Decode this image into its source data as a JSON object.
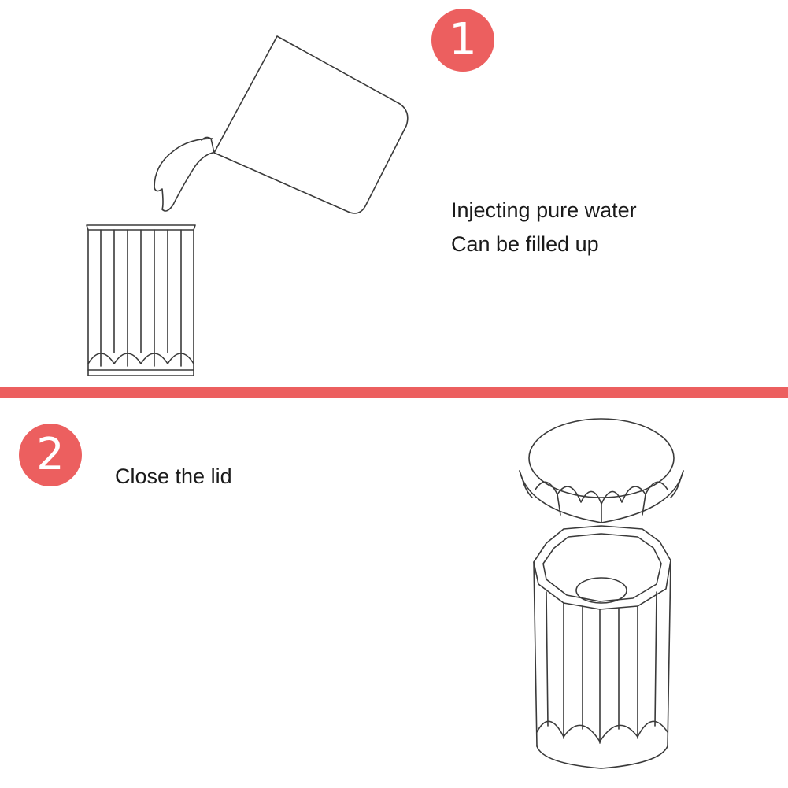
{
  "colors": {
    "accent": "#ec5f5f",
    "line_art": "#3a3a3a"
  },
  "step1": {
    "number": "1",
    "caption_lines": [
      "Injecting pure water",
      "Can be filled up"
    ]
  },
  "step2": {
    "number": "2",
    "caption_lines": [
      "Close the lid"
    ]
  },
  "icons": {
    "step1_illustration": "pitcher-pouring-water-into-cup-icon",
    "step2_illustration": "cup-with-lid-icon"
  }
}
